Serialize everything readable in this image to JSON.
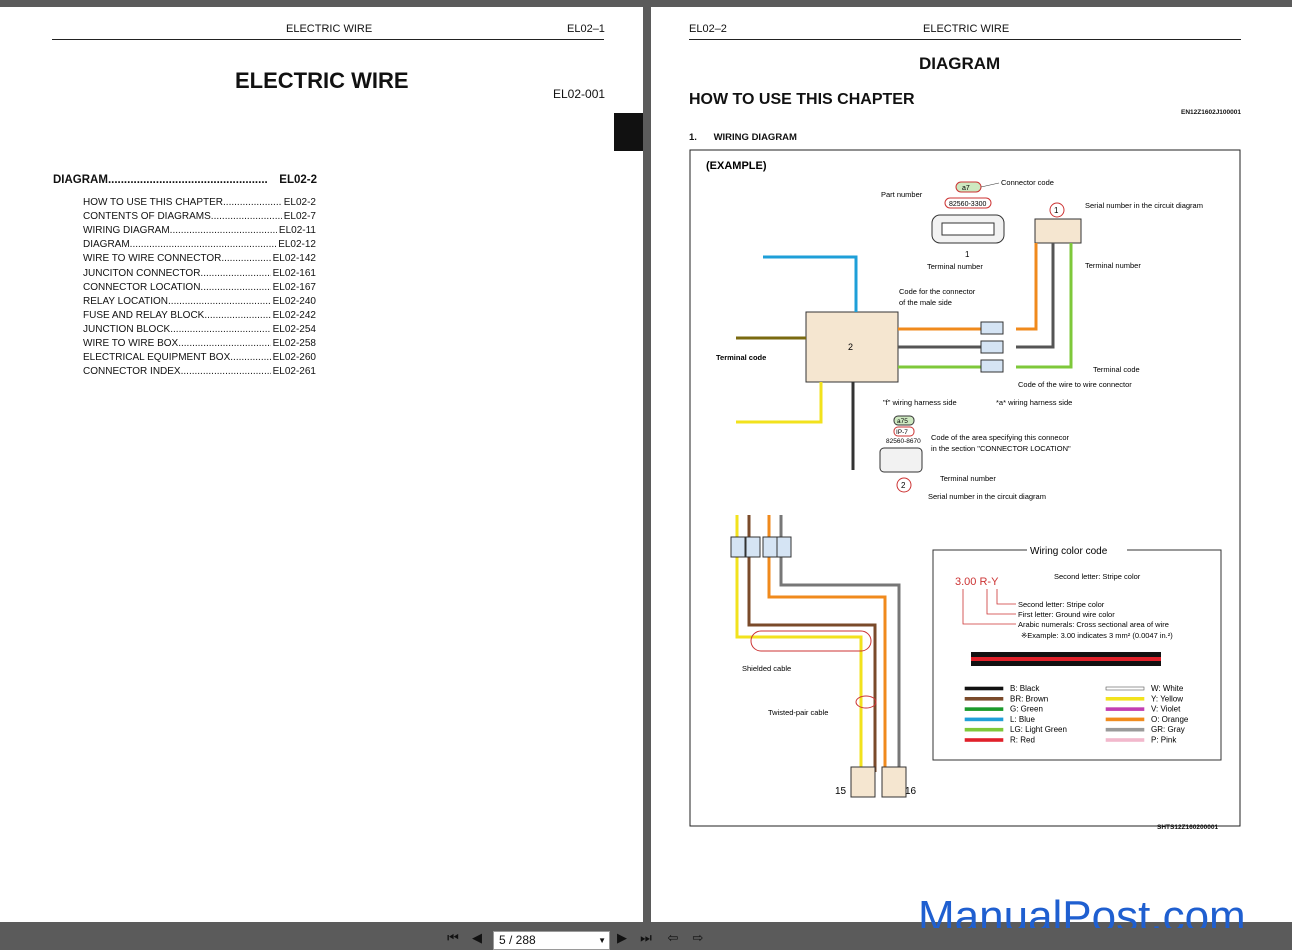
{
  "left_page": {
    "header_title": "ELECTRIC WIRE",
    "page_code": "EL02–1",
    "big_title": "ELECTRIC WIRE",
    "doc_id": "EL02-001",
    "toc_main": {
      "label": "DIAGRAM",
      "page": "EL02-2"
    },
    "toc_items": [
      {
        "label": "HOW TO USE THIS CHAPTER",
        "page": "EL02-2"
      },
      {
        "label": "CONTENTS OF DIAGRAMS",
        "page": "EL02-7"
      },
      {
        "label": "WIRING DIAGRAM",
        "page": "EL02-11"
      },
      {
        "label": "DIAGRAM",
        "page": "EL02-12"
      },
      {
        "label": "WIRE TO WIRE CONNECTOR",
        "page": "EL02-142"
      },
      {
        "label": "JUNCITON CONNECTOR",
        "page": "EL02-161"
      },
      {
        "label": "CONNECTOR LOCATION",
        "page": "EL02-167"
      },
      {
        "label": "RELAY LOCATION",
        "page": "EL02-240"
      },
      {
        "label": "FUSE AND RELAY BLOCK",
        "page": "EL02-242"
      },
      {
        "label": "JUNCTION BLOCK",
        "page": "EL02-254"
      },
      {
        "label": "WIRE TO WIRE BOX",
        "page": "EL02-258"
      },
      {
        "label": "ELECTRICAL EQUIPMENT BOX",
        "page": "EL02-260"
      },
      {
        "label": "CONNECTOR INDEX",
        "page": "EL02-261"
      }
    ]
  },
  "right_page": {
    "page_code": "EL02–2",
    "header_title": "ELECTRIC WIRE",
    "section_title": "DIAGRAM",
    "chapter_title": "HOW TO USE THIS CHAPTER",
    "doc_ref": "EN12Z1602J100001",
    "subsection": {
      "num": "1.",
      "label": "WIRING DIAGRAM"
    },
    "figure_ref": "SHTS12Z160200001",
    "diagram": {
      "example_label": "(EXAMPLE)",
      "connector_code_label": "Connector code",
      "connector_code": "a7",
      "part_number_label": "Part number",
      "part_number": "82560-3300",
      "serial_label": "Serial number in the circuit diagram",
      "terminal_number": "Terminal number",
      "male_code_label": "Code for the connector of the male side",
      "terminal_code": "Terminal code",
      "wire_to_wire_code": "Code of the wire to wire connector",
      "f_side": "\"f\" wiring harness side",
      "a_side": "*a* wiring harness side",
      "area_code_label": "Code of the area specifying this connecor in the section \"CONNECTOR LOCATION\"",
      "conn2_code": "a75",
      "conn2_area": "IP-7",
      "conn2_part": "82560-8670",
      "shielded_cable": "Shielded cable",
      "twisted_pair": "Twisted-pair cable",
      "unit_2": "2",
      "unit_15": "15",
      "unit_16": "16",
      "serial_1": "1",
      "serial_2": "2",
      "terminal_1": "1"
    },
    "wire_code": {
      "title": "Wiring color code",
      "example": "3.00 R-Y",
      "second_letter": "Second letter: Stripe color",
      "line1": "Second letter: Stripe color",
      "line2": "First letter: Ground wire color",
      "line3": "Arabic numerals: Cross sectional area of wire",
      "line4": "※Example: 3.00 indicates 3 mm² (0.0047 in.²)",
      "colors_left": [
        {
          "label": "B: Black",
          "color": "#111111"
        },
        {
          "label": "BR: Brown",
          "color": "#7a4a2a"
        },
        {
          "label": "G: Green",
          "color": "#1c9a2c"
        },
        {
          "label": "L: Blue",
          "color": "#1e9fd8"
        },
        {
          "label": "LG: Light Green",
          "color": "#7ec83a"
        },
        {
          "label": "R: Red",
          "color": "#e0202a"
        }
      ],
      "colors_right": [
        {
          "label": "W: White",
          "color": "#ffffff"
        },
        {
          "label": "Y: Yellow",
          "color": "#f2e21c"
        },
        {
          "label": "V: Violet",
          "color": "#c23fb2"
        },
        {
          "label": "O: Orange",
          "color": "#f08a1c"
        },
        {
          "label": "GR: Gray",
          "color": "#9a9a9a"
        },
        {
          "label": "P: Pink",
          "color": "#f2b8cc"
        }
      ]
    }
  },
  "toolbar": {
    "page_field": "5 / 288"
  },
  "watermark": "ManualPost.com"
}
